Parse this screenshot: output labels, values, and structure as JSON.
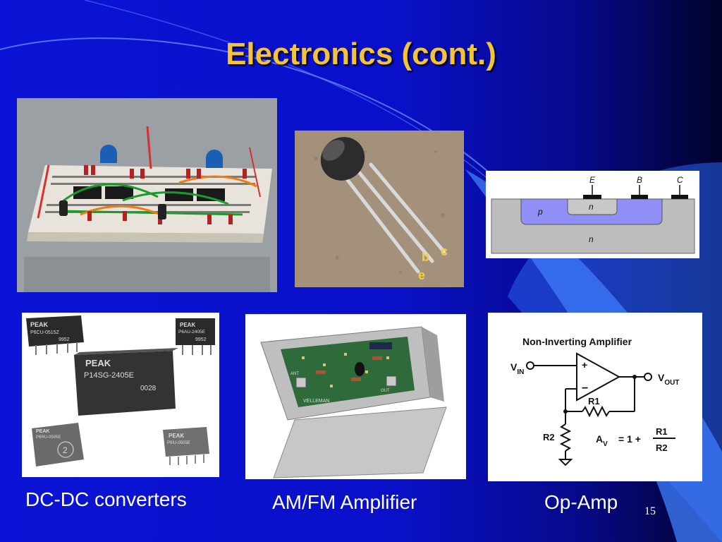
{
  "slide": {
    "title": "Electronics (cont.)",
    "number": "15"
  },
  "colors": {
    "title": "#f3c338",
    "background": "#0b14d6",
    "caption": "#ffffff"
  },
  "transistor_photo": {
    "pin_b": "b",
    "pin_c": "c",
    "pin_e": "e"
  },
  "cross_section": {
    "label_e": "E",
    "label_b": "B",
    "label_c": "C",
    "region_p": "p",
    "region_n_emitter": "n",
    "region_n_substrate": "n"
  },
  "dcdc_photo": {
    "module1_brand": "PEAK",
    "module1_part": "P6CU-0515Z",
    "module1_code": "9952",
    "module2_brand": "PEAK",
    "module2_part": "P6AU-2405E",
    "module2_code": "9952",
    "module3_brand": "PEAK",
    "module3_part": "P14SG-2405E",
    "module3_code": "0028",
    "module4_brand": "PEAK",
    "module4_part": "P6RU-0505E",
    "module4_badge": "2",
    "module5_brand": "PEAK",
    "module5_part": "P6IU-0505E"
  },
  "amp_photo": {
    "board_brand": "VELLEMAN",
    "label_out": "OUT",
    "label_ant": "ANT"
  },
  "opamp": {
    "title": "Non-Inverting Amplifier",
    "plus": "+",
    "minus": "−",
    "vin_main": "V",
    "vin_sub": "IN",
    "vout_main": "V",
    "vout_sub": "OUT",
    "r1": "R1",
    "r2": "R2",
    "av_main": "A",
    "av_sub": "V",
    "formula": "= 1 +",
    "frac_num": "R1",
    "frac_den": "R2"
  },
  "captions": {
    "dcdc": "DC-DC converters",
    "amfm": "AM/FM Amplifier",
    "opamp": "Op-Amp"
  }
}
